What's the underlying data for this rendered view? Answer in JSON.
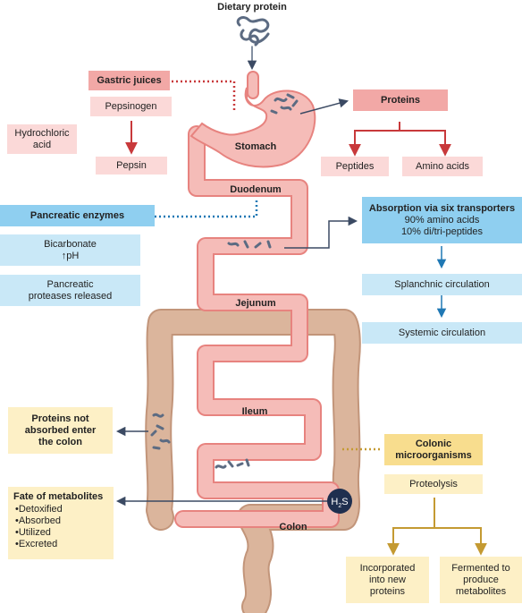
{
  "title": "Dietary protein",
  "organs": {
    "stomach": "Stomach",
    "duodenum": "Duodenum",
    "jejunum": "Jejunum",
    "ileum": "Ileum",
    "colon": "Colon",
    "h2s_main": "H",
    "h2s_sub": "2",
    "h2s_tail": "S"
  },
  "gastric": {
    "header": "Gastric juices",
    "pepsinogen": "Pepsinogen",
    "hcl_line1": "Hydrochloric",
    "hcl_line2": "acid",
    "pepsin": "Pepsin"
  },
  "proteins": {
    "header": "Proteins",
    "peptides": "Peptides",
    "amino_acids": "Amino acids"
  },
  "pancreatic": {
    "header": "Pancreatic enzymes",
    "bicarbonate_line1": "Bicarbonate",
    "bicarbonate_line2": "↑pH",
    "proteases_line1": "Pancreatic",
    "proteases_line2": "proteases released"
  },
  "absorption": {
    "header": "Absorption via six transporters",
    "line1": "90% amino acids",
    "line2": "10% di/tri-peptides",
    "splanchnic": "Splanchnic circulation",
    "systemic": "Systemic circulation"
  },
  "colon_entry": {
    "line1": "Proteins not",
    "line2": "absorbed enter",
    "line3": "the colon"
  },
  "fate": {
    "header": "Fate of metabolites",
    "items": [
      "Detoxified",
      "Absorbed",
      "Utilized",
      "Excreted"
    ]
  },
  "colonic": {
    "header_line1": "Colonic",
    "header_line2": "microorganisms",
    "proteolysis": "Proteolysis",
    "incorporated_line1": "Incorporated",
    "incorporated_line2": "into new",
    "incorporated_line3": "proteins",
    "fermented_line1": "Fermented to",
    "fermented_line2": "produce",
    "fermented_line3": "metabolites"
  },
  "colors": {
    "gut_fill": "#f5bcb8",
    "gut_stroke": "#e7837f",
    "colon_fill": "#dbb59c",
    "colon_stroke": "#c2957a",
    "protein": "#5c6b82",
    "red_arrow": "#c8393b",
    "blue_arrow": "#1f78b4",
    "gold_arrow": "#c49a32",
    "navy_arrow": "#3b4a63"
  }
}
